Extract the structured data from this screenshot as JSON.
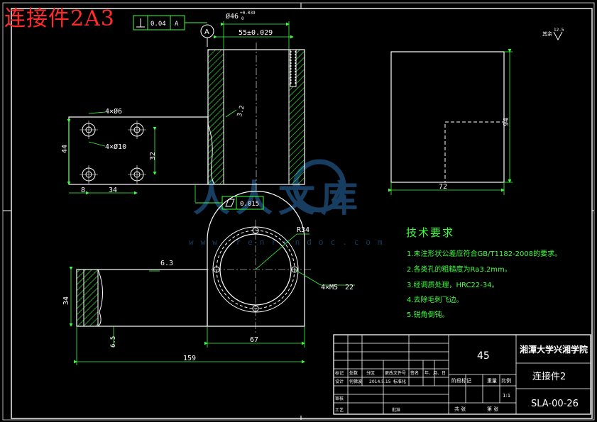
{
  "sheet": {
    "title": "连接件2A3",
    "roughness_note_label": "其余",
    "roughness_note_value": "12.5"
  },
  "tolerance": {
    "perpendicularity_value": "0.04",
    "perpendicularity_datum": "A",
    "flatness_value": "0.015",
    "datum_label": "A"
  },
  "dimensions": {
    "bore_dia": "Ø46",
    "bore_tol_upper": "+0.039",
    "bore_tol_lower": "0",
    "center_dist": "55±0.029",
    "hole_small": "4×Ø6",
    "hole_large": "4×Ø10",
    "pitch_32": "32",
    "height_44": "44",
    "offset_8": "8",
    "span_34": "34",
    "roughness_3_2": "3.2",
    "roughness_6_3": "6.3",
    "radius": "R34",
    "thread": "4×M5",
    "thread_depth": "22",
    "width_67": "67",
    "length_159": "159",
    "height_34": "34",
    "thickness_6_5": "6.5",
    "side_72": "72",
    "side_94": "94"
  },
  "tech_requirements": {
    "title": "技术要求",
    "items": [
      "1.未注形状公差应符合GB/T1182-2008的要求。",
      "2.各类孔的粗糙度为Ra3.2mm。",
      "3.经调质处理，HRC22-34。",
      "4.去除毛刺飞边。",
      "5.锐角倒钝。"
    ]
  },
  "title_block": {
    "material": "45",
    "school": "湘潭大学兴湘学院",
    "part_name": "连接件2",
    "drawing_no": "SLA-00-26",
    "scale": "1:1",
    "row_headers": [
      "标记",
      "处数",
      "分区",
      "更改文件号",
      "签名",
      "年、月、日"
    ],
    "design_label": "设计",
    "designer": "何佛波",
    "date": "2014.5.15",
    "std_label": "标准化",
    "review_label": "审核",
    "process_label": "工艺",
    "approve_label": "批准",
    "stage_label": "阶段标记",
    "weight_label": "重量",
    "scale_label": "比例",
    "total_sheets": "共  张",
    "sheet_no": "第  张"
  },
  "watermark": {
    "brand": "人人文库",
    "url": "www.renrendoc.com"
  },
  "colors": {
    "background": "#000000",
    "outline": "#ffffff",
    "dimension": "#3cff3c",
    "title_overlay": "#ff2a2a",
    "watermark": "#2a6fb0"
  }
}
